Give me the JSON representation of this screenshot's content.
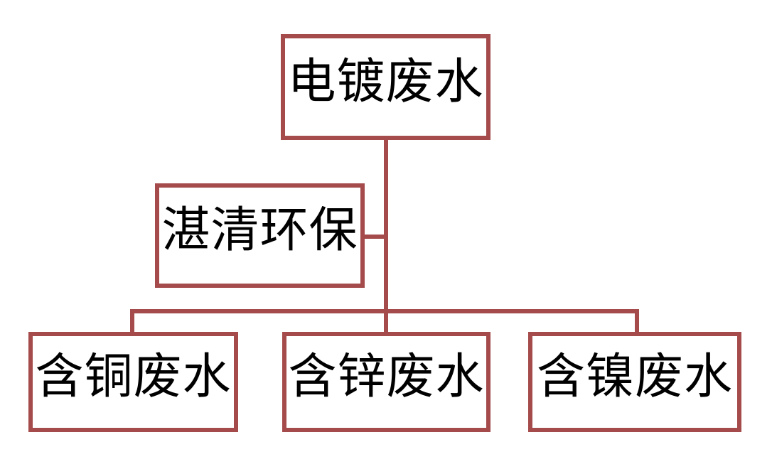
{
  "diagram": {
    "type": "org-chart",
    "root": {
      "label": "电镀废水"
    },
    "side": {
      "label": "湛清环保"
    },
    "children": [
      {
        "label": "含铜废水"
      },
      {
        "label": "含锌废水"
      },
      {
        "label": "含镍废水"
      }
    ],
    "colors": {
      "border": "#A54B4B",
      "text": "#000000",
      "background": "#FFFFFF"
    }
  }
}
